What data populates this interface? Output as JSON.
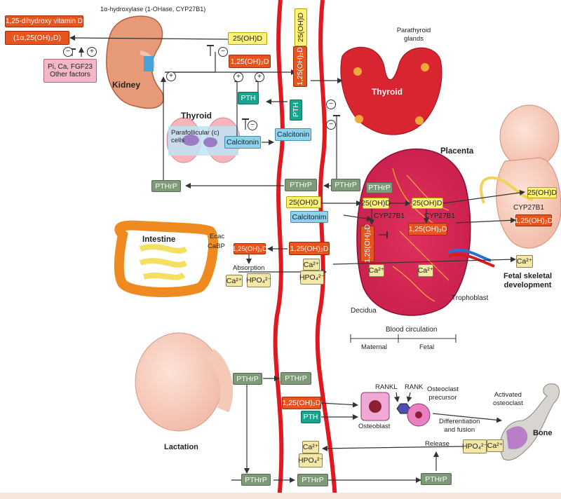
{
  "enzyme_label": "1α-hydroxylase (1-OHase, CYP27B1)",
  "kidney_section": {
    "vit_d_label": "1,25-dihydroxy vitamin D",
    "vit_d_formula": "(1α,25(OH)₂D)",
    "factors_line1": "Pi, Ca, FGF23",
    "factors_line2": "Other factors",
    "organ_label": "Kidney"
  },
  "thyroid_small": {
    "title": "Thyroid",
    "cells_label": "Parafollicular (c) cells"
  },
  "parathyroid": {
    "glands_label": "Parathyroid glands",
    "thyroid_label": "Thyroid"
  },
  "intestine": {
    "label": "Intestine",
    "ecac": "Ecac",
    "cabp": "CaBP",
    "absorption": "Absorption"
  },
  "placenta": {
    "label": "Placenta",
    "decidua": "Decidua",
    "trophoblast": "Trophoblast",
    "blood_circulation": "Blood circulation",
    "maternal": "Maternal",
    "fetal": "Fetal"
  },
  "fetus": {
    "label_line1": "Fetal skeletal",
    "label_line2": "development"
  },
  "lactation": {
    "label": "Lactation"
  },
  "bone_section": {
    "rankl": "RANKL",
    "rank": "RANK",
    "osteoclast_precursor_1": "Osteoclast",
    "osteoclast_precursor_2": "precursor",
    "osteoblast": "Osteoblast",
    "diff_1": "Differentiation",
    "diff_2": "and fusion",
    "activated_1": "Activated",
    "activated_2": "osteoclast",
    "bone": "Bone",
    "release": "Release"
  },
  "molecules": {
    "d25": "25(OH)D",
    "d125": "1,25(OH)₂D",
    "pth": "PTH",
    "pthrp": "PTHrP",
    "calcitonin": "Calcitonin",
    "calcitonim": "Calcitonim",
    "cyp": "CYP27B1",
    "ca": "Ca²⁺",
    "hpo4": "HPO₄²⁻"
  },
  "signs": {
    "plus": "+",
    "minus": "−"
  }
}
